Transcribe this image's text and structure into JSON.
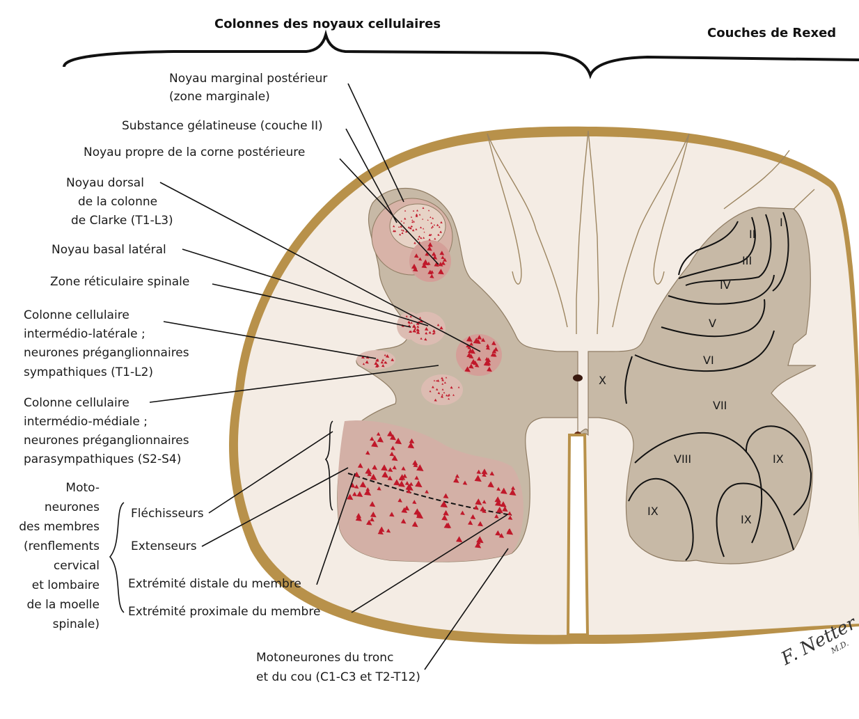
{
  "headers": {
    "left": "Colonnes des noyaux cellulaires",
    "right": "Couches de Rexed"
  },
  "labels": {
    "marginal_1": "Noyau marginal postérieur",
    "marginal_2": "(zone marginale)",
    "gelatineuse": "Substance gélatineuse (couche II)",
    "propre": "Noyau propre de la corne postérieure",
    "dorsal_1": "Noyau dorsal",
    "dorsal_2": "de la colonne",
    "dorsal_3": "de Clarke (T1-L3)",
    "basal": "Noyau basal latéral",
    "reticulaire": "Zone réticulaire spinale",
    "il_1": "Colonne cellulaire",
    "il_2": "intermédio-latérale ;",
    "il_3": "neurones préganglionnaires",
    "il_4": "sympathiques (T1-L2)",
    "im_1": "Colonne cellulaire",
    "im_2": "intermédio-médiale ;",
    "im_3": "neurones préganglionnaires",
    "im_4": "parasympathiques (S2-S4)",
    "moto_1": "Moto-",
    "moto_2": "neurones",
    "moto_3": "des membres",
    "moto_4": "(renflements",
    "moto_5": "cervical",
    "moto_6": "et lombaire",
    "moto_7": "de la moelle",
    "moto_8": "spinale)",
    "flechisseurs": "Fléchisseurs",
    "extenseurs": "Extenseurs",
    "distale": "Extrémité distale du membre",
    "proximale": "Extrémité proximale  du membre",
    "tronc_1": "Motoneurones du tronc",
    "tronc_2": "et du cou (C1-C3 et T2-T12)"
  },
  "rexed": {
    "I": "I",
    "II": "II",
    "III": "III",
    "IV": "IV",
    "V": "V",
    "VI": "VI",
    "VII": "VII",
    "VIII": "VIII",
    "IX_a": "IX",
    "IX_b": "IX",
    "IX_c": "IX",
    "X": "X"
  },
  "signature": {
    "name": "F. Netter",
    "suffix": "M.D."
  },
  "colors": {
    "white_matter": "#f4ece4",
    "grey_matter": "#c7b9a6",
    "nucleus_red": "#c0182a",
    "pia_gold": "#b8914a"
  }
}
